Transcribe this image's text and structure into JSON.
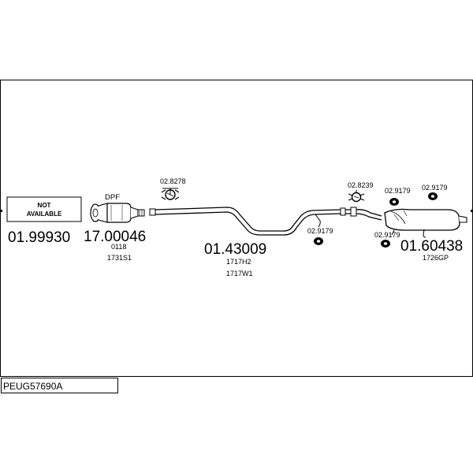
{
  "frame": {
    "part_number": "PEUG57690A"
  },
  "components": {
    "not_available": {
      "label_line1": "NOT",
      "label_line2": "AVAILABLE",
      "code": "01.99930"
    },
    "dpf": {
      "tag": "DPF",
      "code": "17.00046",
      "sub1": "0118",
      "sub2": "1731S1"
    },
    "middle_pipe": {
      "code": "01.43009",
      "sub1": "1717H2",
      "sub2": "1717W1"
    },
    "rear_muffler": {
      "code": "01.60438",
      "sub1": "1726GP"
    }
  },
  "fittings": {
    "clamp_front": "02.8278",
    "clamp_rear": "02.8239",
    "mount_mid": "02.9179",
    "mount_top_left": "02.9179",
    "mount_top_right": "02.9179",
    "mount_bottom": "02.9179"
  },
  "colors": {
    "line": "#000000",
    "background": "#ffffff"
  }
}
